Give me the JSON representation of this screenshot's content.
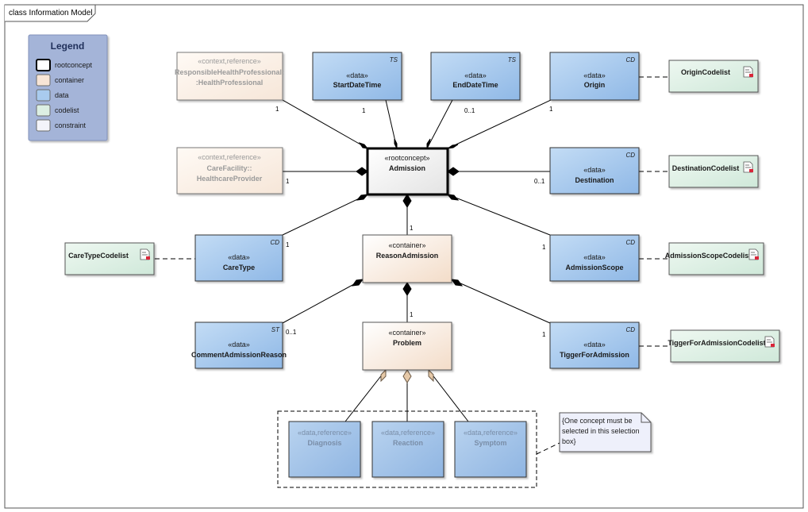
{
  "frame": {
    "title": "class Information Model"
  },
  "legend": {
    "title": "Legend",
    "items": [
      {
        "label": "rootconcept",
        "color": "#ffffff",
        "border": "#000000"
      },
      {
        "label": "container",
        "color": "#f7e5d6",
        "border": "#6b6b6b"
      },
      {
        "label": "data",
        "color": "#a9cbee",
        "border": "#6b6b6b"
      },
      {
        "label": "codelist",
        "color": "#dcefe3",
        "border": "#6b6b6b"
      },
      {
        "label": "constraint",
        "color": "#f3f4fa",
        "border": "#6b6b6b"
      }
    ]
  },
  "nodes": {
    "responsible": {
      "stereotype": "«context,reference»",
      "name1": "ResponsibleHealthProfessional:",
      "name2": ":HealthProfessional"
    },
    "startdatetime": {
      "stereotype": "«data»",
      "name": "StartDateTime",
      "dtype": "TS"
    },
    "enddatetime": {
      "stereotype": "«data»",
      "name": "EndDateTime",
      "dtype": "TS"
    },
    "origin": {
      "stereotype": "«data»",
      "name": "Origin",
      "dtype": "CD"
    },
    "carefacility": {
      "stereotype": "«context,reference»",
      "name1": "CareFacility::",
      "name2": "HealthcareProvider"
    },
    "admission": {
      "stereotype": "«rootconcept»",
      "name": "Admission"
    },
    "destination": {
      "stereotype": "«data»",
      "name": "Destination",
      "dtype": "CD"
    },
    "caretype": {
      "stereotype": "«data»",
      "name": "CareType",
      "dtype": "CD"
    },
    "reasonadmission": {
      "stereotype": "«container»",
      "name": "ReasonAdmission"
    },
    "admissionscope": {
      "stereotype": "«data»",
      "name": "AdmissionScope",
      "dtype": "CD"
    },
    "commentadmissionreason": {
      "stereotype": "«data»",
      "name": "CommentAdmissionReason",
      "dtype": "ST"
    },
    "problem": {
      "stereotype": "«container»",
      "name": "Problem"
    },
    "tiggerforadmission": {
      "stereotype": "«data»",
      "name": "TiggerForAdmission",
      "dtype": "CD"
    },
    "diagnosis": {
      "stereotype": "«data,reference»",
      "name": "Diagnosis"
    },
    "reaction": {
      "stereotype": "«data,reference»",
      "name": "Reaction"
    },
    "symptom": {
      "stereotype": "«data,reference»",
      "name": "Symptom"
    }
  },
  "codelists": {
    "origin": "OriginCodelist",
    "destination": "DestinationCodelist",
    "caretype": "CareTypeCodelist",
    "admissionscope": "AdmissionScopeCodelist",
    "tigger": "TiggerForAdmissionCodelist"
  },
  "multiplicities": {
    "responsible": "1",
    "startdatetime": "1",
    "enddatetime": "0..1",
    "origin": "1",
    "carefacility": "1",
    "destination": "0..1",
    "reasonadmission": "1",
    "caretype": "1",
    "admissionscope": "1",
    "problem": "1",
    "comment": "0..1",
    "tigger": "1"
  },
  "note": {
    "lines": [
      "{One concept must be",
      "selected in this selection",
      "box}"
    ]
  }
}
